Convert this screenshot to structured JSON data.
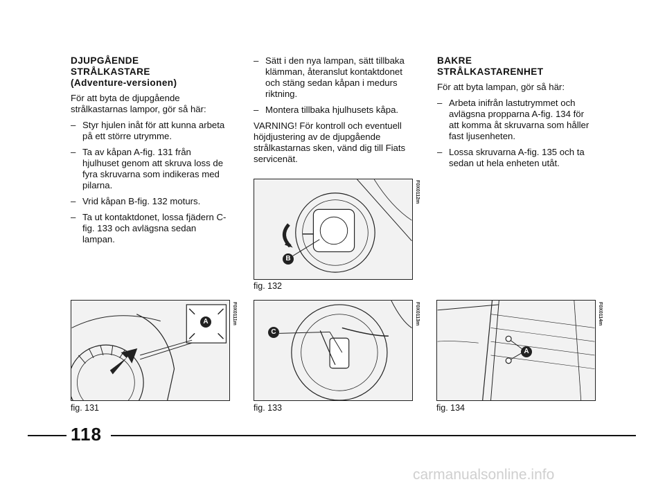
{
  "col1": {
    "heading_lines": [
      "DJUPGÅENDE",
      "STRÅLKASTARE",
      "(Adventure-versionen)"
    ],
    "intro": "För att byta de djupgående strålkastarnas lampor, gör så här:",
    "bullets": [
      "Styr hjulen inåt för att kunna arbeta på ett större utrymme.",
      "Ta av kåpan A-fig. 131 från hjulhuset genom att skruva loss de fyra skruvarna som indikeras med pilarna.",
      "Vrid kåpan B-fig. 132 moturs.",
      "Ta ut kontaktdonet, lossa fjädern C-fig. 133 och avlägsna sedan lampan."
    ]
  },
  "col2": {
    "bullets": [
      "Sätt i den nya lampan, sätt tillbaka klämman, återanslut kontaktdonet och stäng sedan kåpan i medurs riktning.",
      "Montera tillbaka hjulhusets kåpa."
    ],
    "warning": "VARNING! För kontroll och eventuell höjdjustering av de djupgående strålkastarnas sken, vänd dig till Fiats servicenät."
  },
  "col3": {
    "heading_lines": [
      "BAKRE",
      "STRÅLKASTARENHET"
    ],
    "intro": "För att byta lampan, gör så här:",
    "bullets": [
      "Arbeta inifrån lastutrymmet och avlägsna propparna A-fig. 134 för att komma åt skruvarna som håller fast ljusenheten.",
      "Lossa skruvarna A-fig. 135 och ta sedan ut hela enheten utåt."
    ]
  },
  "figures": {
    "fig131": {
      "caption": "fig. 131",
      "code": "F0X0111m",
      "label": "A"
    },
    "fig132": {
      "caption": "fig. 132",
      "code": "F0X0112m",
      "label": "B"
    },
    "fig133": {
      "caption": "fig. 133",
      "code": "F0X0113m",
      "label": "C"
    },
    "fig134": {
      "caption": "fig. 134",
      "code": "F0X0114m",
      "label": "A"
    }
  },
  "page_number": "118",
  "watermark": "carmanualsonline.info",
  "colors": {
    "ink": "#111111",
    "figure_bg": "#f2f2f2",
    "callout": "#222222"
  }
}
